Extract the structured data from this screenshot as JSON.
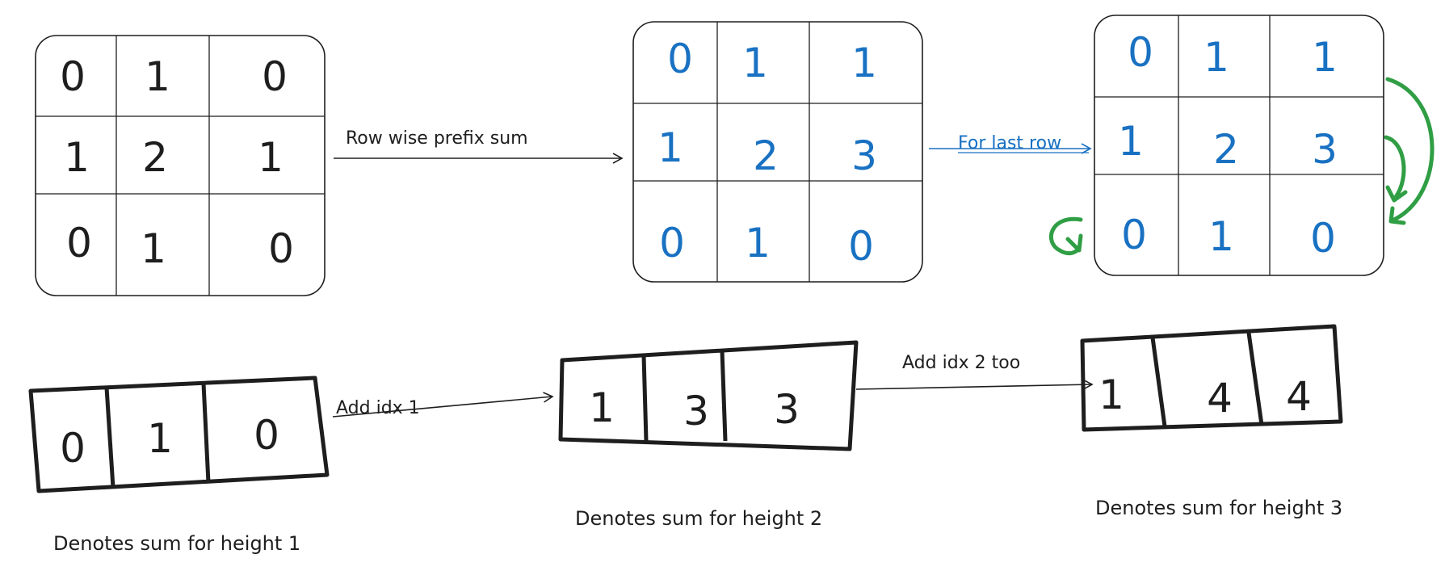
{
  "colors": {
    "ink": "#1e1e1e",
    "blue": "#1971c2",
    "green": "#2f9e44"
  },
  "grids": {
    "original": {
      "values": [
        [
          "0",
          "1",
          "0"
        ],
        [
          "1",
          "2",
          "1"
        ],
        [
          "0",
          "1",
          "0"
        ]
      ]
    },
    "prefix": {
      "values": [
        [
          "0",
          "1",
          "1"
        ],
        [
          "1",
          "2",
          "3"
        ],
        [
          "0",
          "1",
          "0"
        ]
      ]
    },
    "last_row": {
      "values": [
        [
          "0",
          "1",
          "1"
        ],
        [
          "1",
          "2",
          "3"
        ],
        [
          "0",
          "1",
          "0"
        ]
      ]
    }
  },
  "arrays": {
    "height1": {
      "values": [
        "0",
        "1",
        "0"
      ],
      "caption": "Denotes sum for height 1"
    },
    "height2": {
      "values": [
        "1",
        "3",
        "3"
      ],
      "caption": "Denotes sum for height 2"
    },
    "height3": {
      "values": [
        "1",
        "4",
        "4"
      ],
      "caption": "Denotes sum for height 3"
    }
  },
  "labels": {
    "row_wise": "Row wise prefix sum",
    "for_last_row": "For last row",
    "add_idx_1": "Add idx 1",
    "add_idx_2": "Add idx 2 too"
  }
}
